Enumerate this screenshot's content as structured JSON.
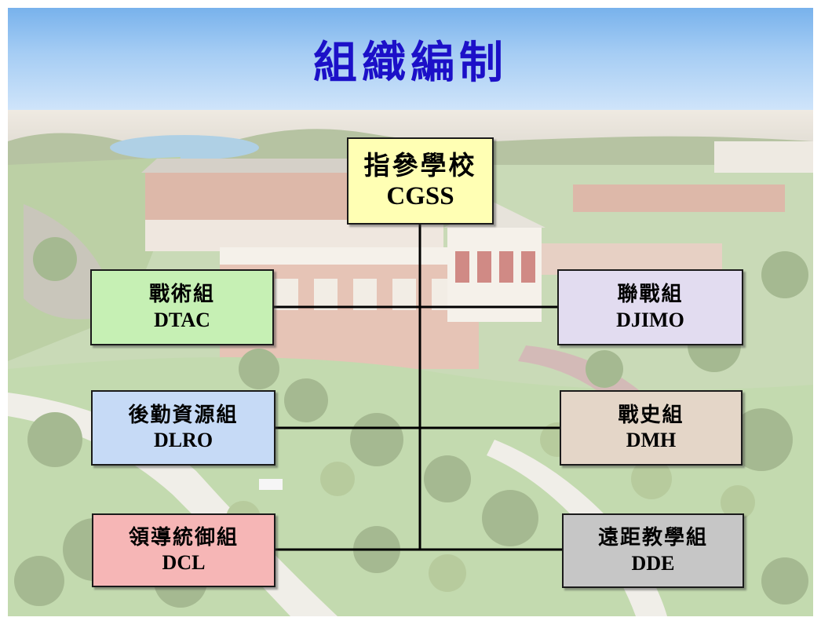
{
  "title": "組織編制",
  "diagram": {
    "root": {
      "name": "指參學校",
      "code": "CGSS",
      "fill": "#ffffb4"
    },
    "divisions": [
      {
        "name": "戰術組",
        "code": "DTAC",
        "side": "left",
        "fill": "#c6f0b4"
      },
      {
        "name": "聯戰組",
        "code": "DJIMO",
        "side": "right",
        "fill": "#e2dcf0"
      },
      {
        "name": "後勤資源組",
        "code": "DLRO",
        "side": "left",
        "fill": "#c6daf6"
      },
      {
        "name": "戰史組",
        "code": "DMH",
        "side": "right",
        "fill": "#e4d6c8"
      },
      {
        "name": "領導統御組",
        "code": "DCL",
        "side": "left",
        "fill": "#f6b6b6"
      },
      {
        "name": "遠距教學組",
        "code": "DDE",
        "side": "right",
        "fill": "#c6c6c6"
      }
    ]
  },
  "colors": {
    "title_text": "#1c10c8",
    "title_band": "#8ec0f0",
    "connector": "#000000"
  }
}
